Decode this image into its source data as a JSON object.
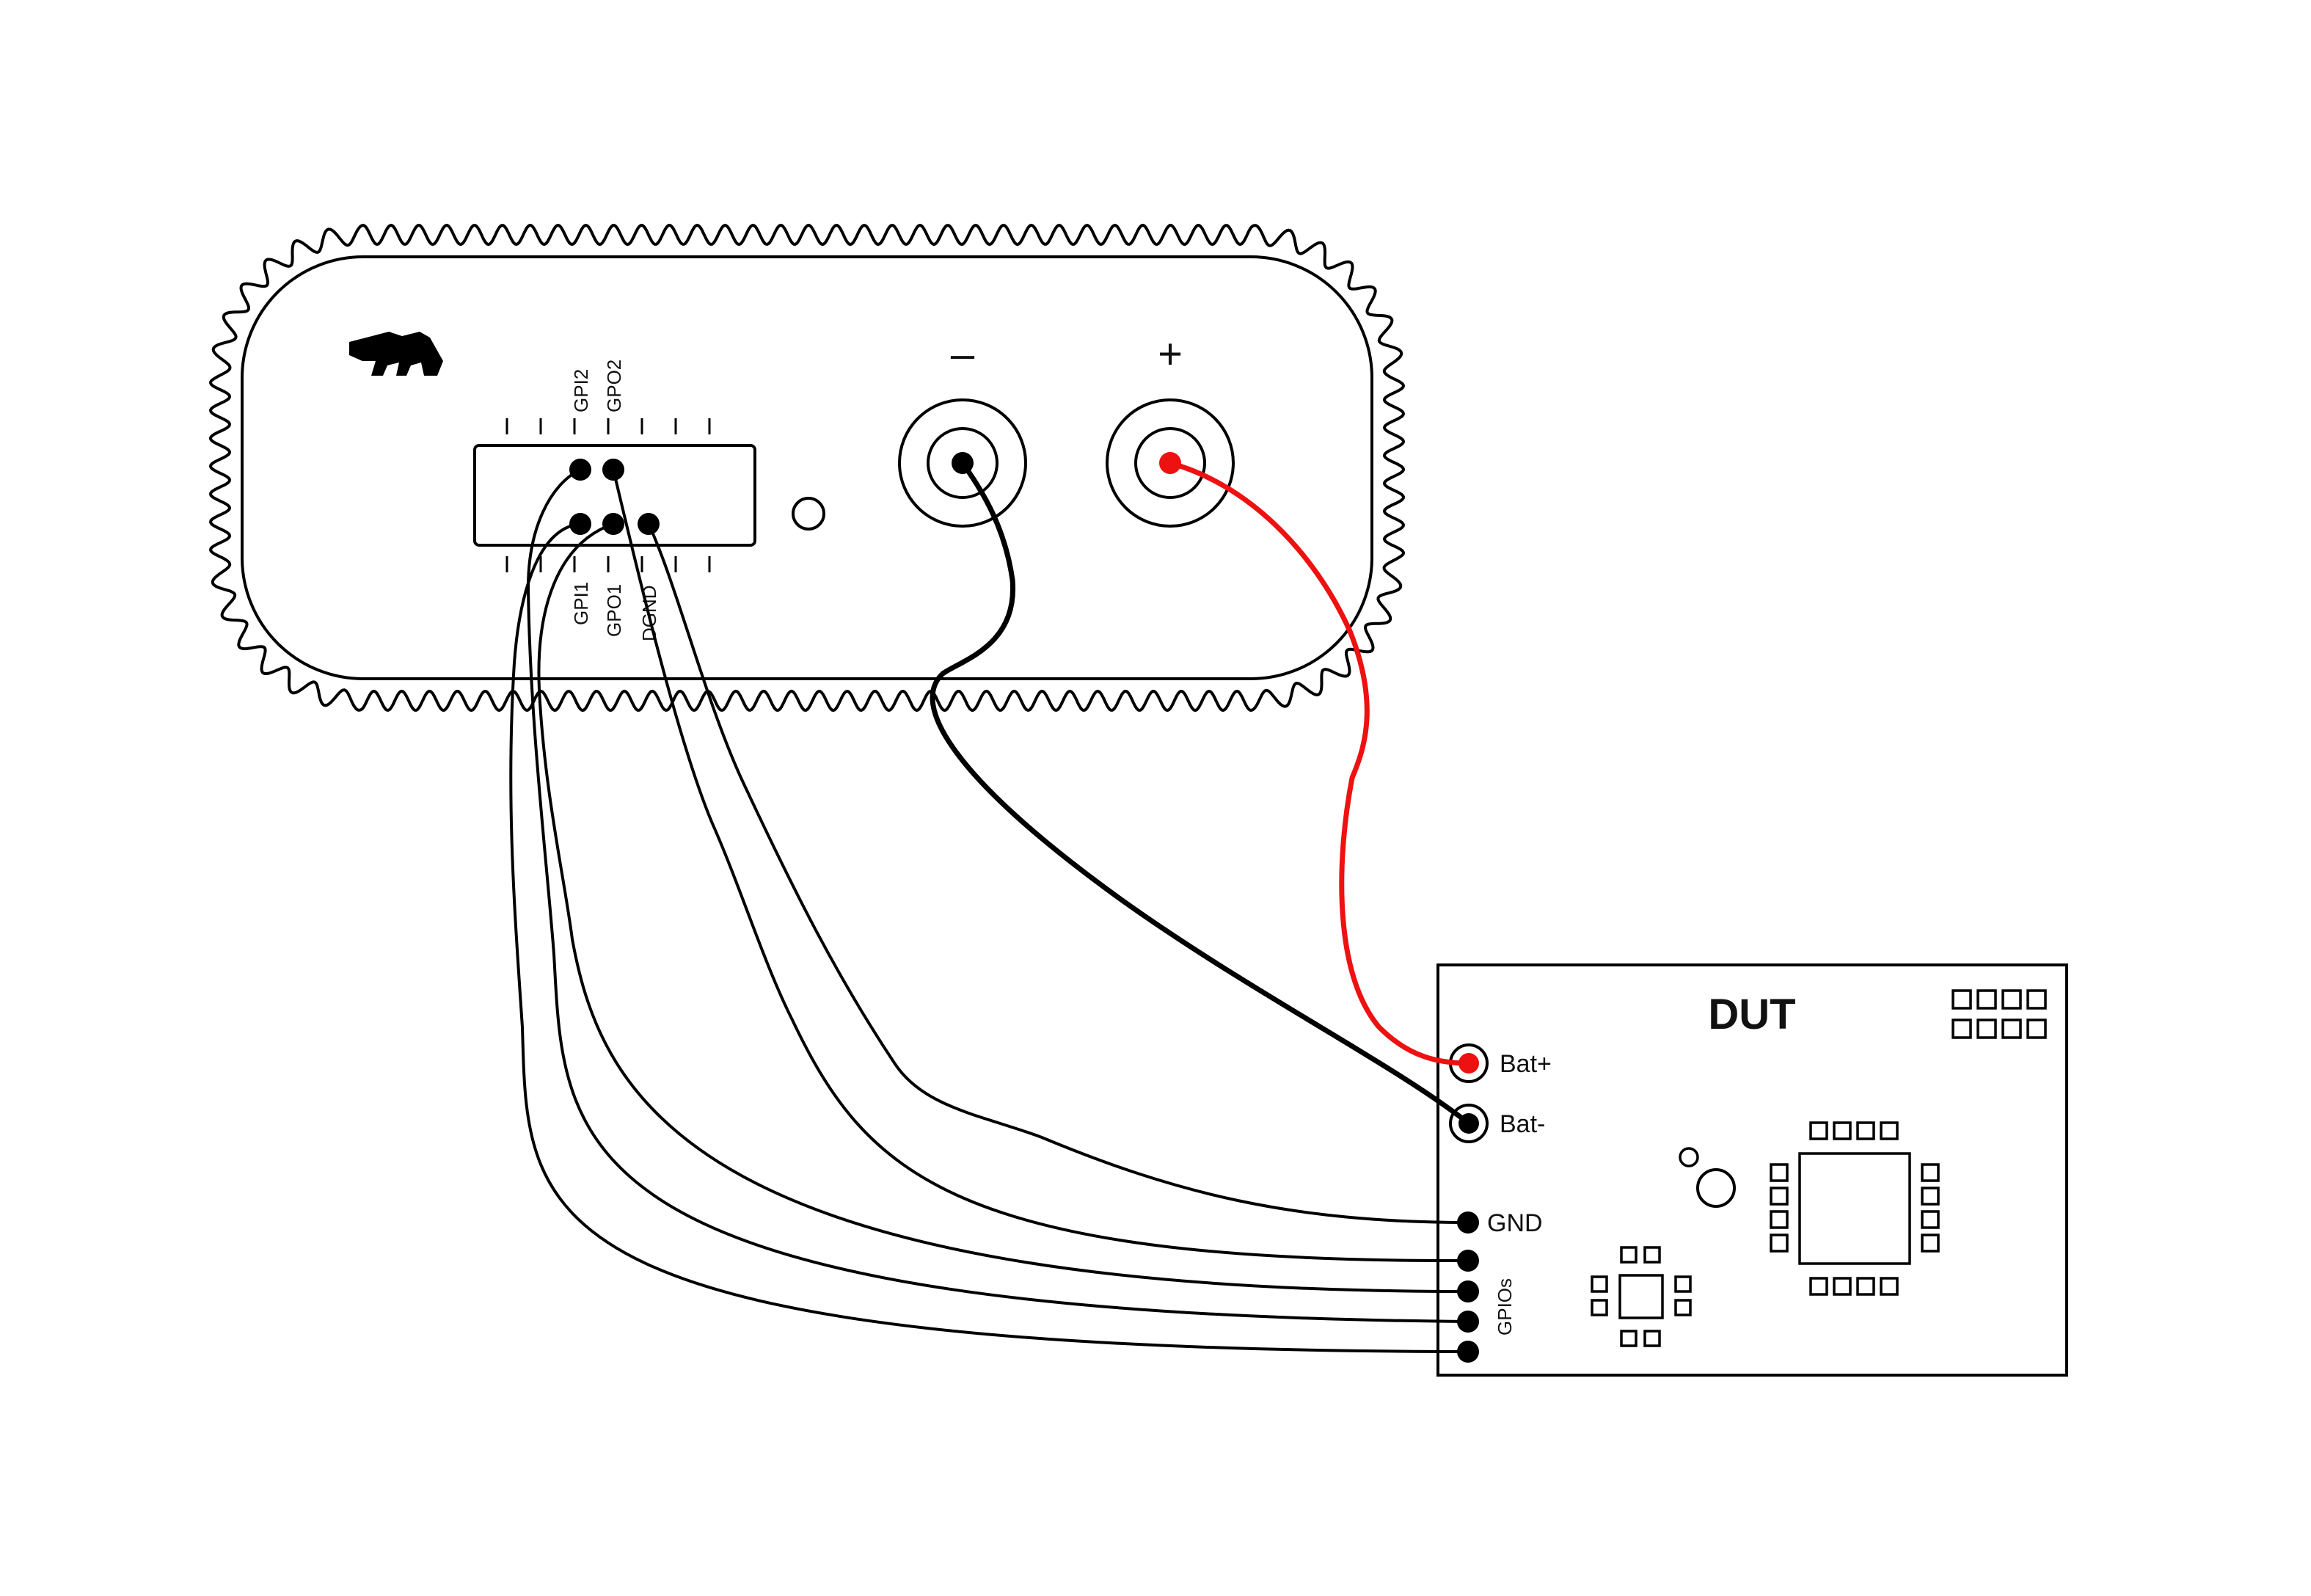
{
  "device": {
    "terminal_minus_label": "–",
    "terminal_plus_label": "+",
    "pin_labels": {
      "gpi2": "GPI2",
      "gpo2": "GPO2",
      "gpi1": "GPI1",
      "gpo1": "GPO1",
      "dgnd": "DGND"
    }
  },
  "dut": {
    "title": "DUT",
    "bat_plus_label": "Bat+",
    "bat_minus_label": "Bat-",
    "gnd_label": "GND",
    "gpios_label": "GPIOs"
  },
  "colors": {
    "positive_wire": "#ee1111",
    "negative_wire": "#000000",
    "signal_wire": "#000000"
  }
}
